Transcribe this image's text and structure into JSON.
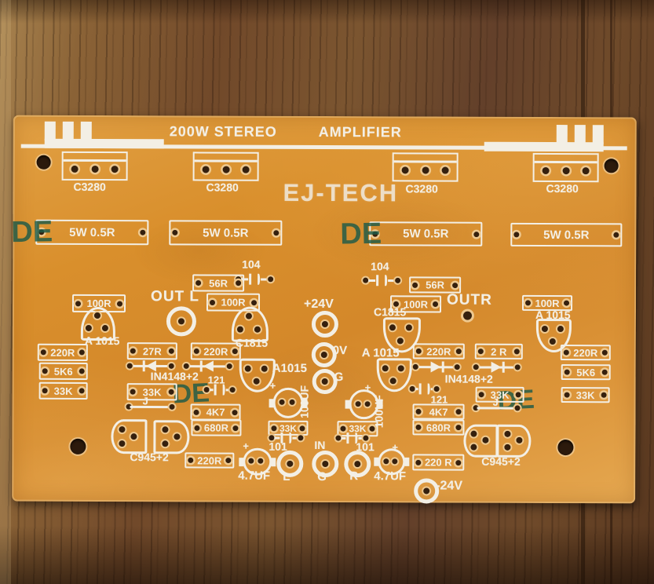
{
  "colors": {
    "board_orange": "#d8902d",
    "silkscreen": "#f3efe5",
    "stamp_green": "#1d5b48",
    "wood_brown": "#71492a",
    "pad_gold": "#eec88e"
  },
  "header": {
    "title_left": "200W STEREO",
    "title_right": "AMPLIFIER"
  },
  "brand": {
    "watermark": "EJ-TECH",
    "stamp": "DE"
  },
  "labels": {
    "c3280": "C3280",
    "r5w": "5W 0.5R",
    "r56": "56R",
    "c104": "104",
    "r100": "100R",
    "out_l": "OUT L",
    "out_r": "OUTR",
    "v24p": "+24V",
    "v0": "0V",
    "g": "G",
    "v24n": "-24V",
    "c1815": "C1815",
    "a1015": "A 1015",
    "a1015c": "A1015",
    "r220": "220R",
    "r220s": "220 R",
    "r27": "27R",
    "r2": "2 R",
    "r5k6": "5K6",
    "r33k": "33K",
    "d4148": "IN4148+2",
    "c121": "121",
    "j": "J",
    "r4k7": "4K7",
    "r680": "680R",
    "c945": "C945+2",
    "c101": "101",
    "cap100": "100UF",
    "cap47": "4.7UF",
    "inp": "IN",
    "l": "L",
    "r": "R",
    "plus": "+"
  }
}
